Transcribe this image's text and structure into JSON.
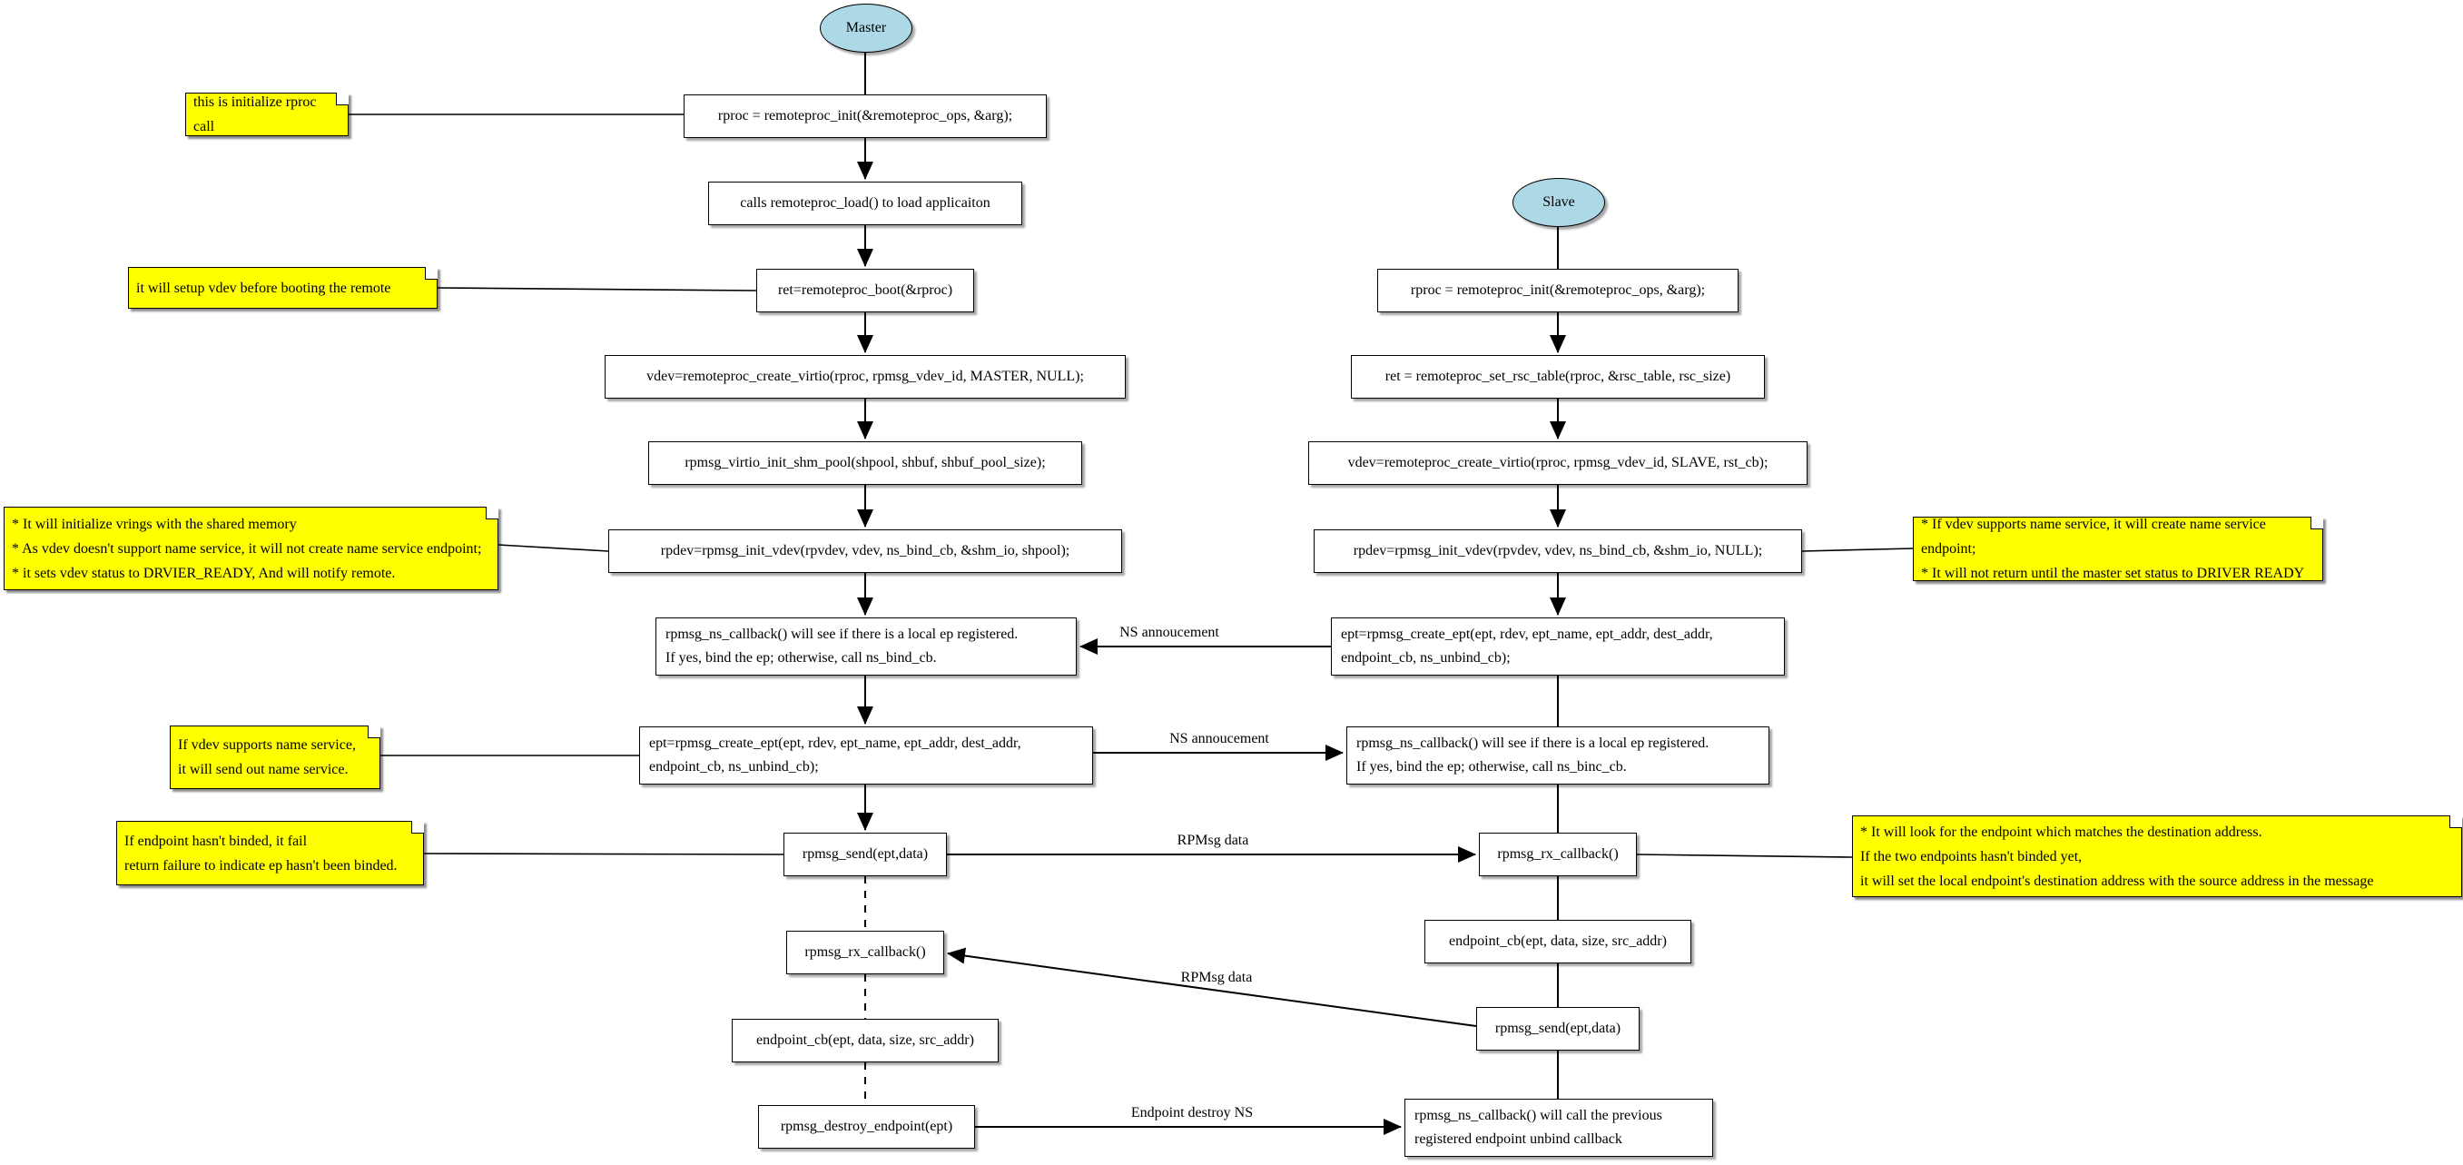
{
  "diagram": {
    "terminals": {
      "master": "Master",
      "slave": "Slave"
    },
    "nodes": {
      "m1": "rproc = remoteproc_init(&remoteproc_ops, &arg);",
      "m2": "calls remoteproc_load() to load applicaiton",
      "m3": "ret=remoteproc_boot(&rproc)",
      "m4": "vdev=remoteproc_create_virtio(rproc, rpmsg_vdev_id, MASTER, NULL);",
      "m5": "rpmsg_virtio_init_shm_pool(shpool, shbuf, shbuf_pool_size);",
      "m6": "rpdev=rpmsg_init_vdev(rpvdev, vdev, ns_bind_cb, &shm_io, shpool);",
      "m7": "rpmsg_ns_callback() will see if there is a local ep registered.\nIf yes, bind the ep; otherwise, call ns_bind_cb.",
      "m8": "ept=rpmsg_create_ept(ept, rdev, ept_name, ept_addr, dest_addr,\nendpoint_cb, ns_unbind_cb);",
      "m9": "rpmsg_send(ept,data)",
      "m10": "rpmsg_rx_callback()",
      "m11": "endpoint_cb(ept, data, size, src_addr)",
      "m12": "rpmsg_destroy_endpoint(ept)",
      "s1": "rproc = remoteproc_init(&remoteproc_ops, &arg);",
      "s2": "ret = remoteproc_set_rsc_table(rproc, &rsc_table, rsc_size)",
      "s3": "vdev=remoteproc_create_virtio(rproc, rpmsg_vdev_id, SLAVE, rst_cb);",
      "s4": "rpdev=rpmsg_init_vdev(rpvdev, vdev, ns_bind_cb, &shm_io, NULL);",
      "s5": "ept=rpmsg_create_ept(ept, rdev, ept_name, ept_addr, dest_addr,\nendpoint_cb, ns_unbind_cb);",
      "s6": "rpmsg_ns_callback() will see if there is a local ep registered.\nIf yes, bind the ep; otherwise, call ns_binc_cb.",
      "s7": "rpmsg_rx_callback()",
      "s8": "endpoint_cb(ept, data, size, src_addr)",
      "s9": "rpmsg_send(ept,data)",
      "s10": "rpmsg_ns_callback() will call the previous\nregistered endpoint unbind callback"
    },
    "notes": {
      "y1": "this is initialize rproc call",
      "y2": "it will setup vdev before booting the remote",
      "y3": "* It will initialize vrings with the shared memory\n* As vdev doesn't support name service, it will not create name service endpoint;\n* it sets vdev status to DRVIER_READY, And will notify remote.",
      "y4": "If vdev supports name service,\nit will send out name service.",
      "y5": "If endpoint hasn't binded, it fail\nreturn failure to indicate ep hasn't been binded.",
      "y6": "* If vdev supports name service, it will create name service endpoint;\n* It will not return until the master set status to DRIVER READY",
      "y7": "* It will look for the endpoint which matches the destination address.\nIf the two endpoints hasn't binded yet,\nit will set the local endpoint's destination address with the source address in the message"
    },
    "edge_labels": {
      "ns1": "NS annoucement",
      "ns2": "NS annoucement",
      "data1": "RPMsg data",
      "data2": "RPMsg data",
      "destroy_ns": "Endpoint destroy NS"
    },
    "colors": {
      "node_fill": "#ffffff",
      "note_fill": "#ffff00",
      "terminal_fill": "#add8e6",
      "line": "#000000"
    }
  }
}
